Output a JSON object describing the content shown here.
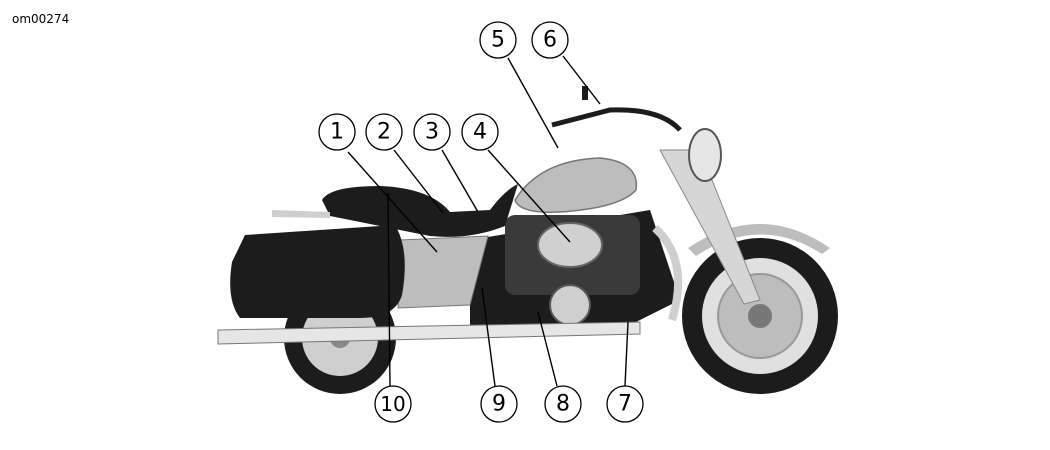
{
  "figure_id": "om00274",
  "callouts": [
    "1",
    "2",
    "3",
    "4",
    "5",
    "6",
    "7",
    "8",
    "9",
    "10"
  ],
  "colors": {
    "ink": "#000000",
    "tank": "#bdbdbd",
    "black_parts": "#1c1c1c",
    "chrome": "#e6e6e6"
  }
}
